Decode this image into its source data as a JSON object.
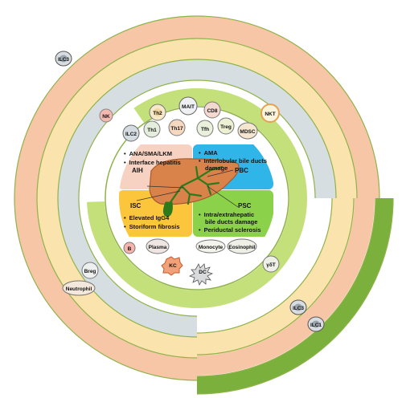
{
  "colors": {
    "outer_salmon": "#f7c6a7",
    "outer_cream": "#fbe3ad",
    "outer_grey": "#d6dee2",
    "lime": "#c4e07a",
    "dark_green": "#7bb03c",
    "ring_outline": "#8fb34a",
    "aih_box": "#f7d2c2",
    "pbc_box": "#2fb5e8",
    "isc_box": "#fbc63c",
    "psc_box": "#8cd14a",
    "liver": "#d9824a",
    "liver_dark": "#a85a2a",
    "duct": "#2d7a1c"
  },
  "quadrants": {
    "aih": {
      "items": [
        "ANA/SMA/LKM",
        "Interface hepatitis"
      ],
      "name": "AIH"
    },
    "pbc": {
      "items": [
        "AMA",
        "Interlobular bile ducts",
        "damage"
      ],
      "name": "PBC"
    },
    "isc": {
      "name": "ISC",
      "items": [
        "Elevated IgG4",
        "Storiform fibrosis"
      ]
    },
    "psc": {
      "name": "PSC",
      "items": [
        "Intra/extrahepatic",
        "bile ducts damage",
        "Periductal sclerosis"
      ]
    },
    "bullet": "•"
  },
  "cells": {
    "ilc3_top": "ILC3",
    "nk": "NK",
    "th2": "Th2",
    "mait": "MAIT",
    "cd8": "CD8",
    "nkt": "NKT",
    "ilc2": "ILC2",
    "th1": "Th1",
    "th17": "Th17",
    "tfh": "Tfh",
    "treg": "Treg",
    "mdsc": "MDSC",
    "b": "B",
    "plasma": "Plasma",
    "kc": "KC",
    "dc": "DC",
    "monocyte": "Monocyte",
    "eosinophil": "Eosinophil",
    "gdt": "γδT",
    "breg": "Breg",
    "neutrophil": "Neutrophil",
    "ilc3_bottom": "ILC3",
    "ilc1": "ILC1"
  }
}
